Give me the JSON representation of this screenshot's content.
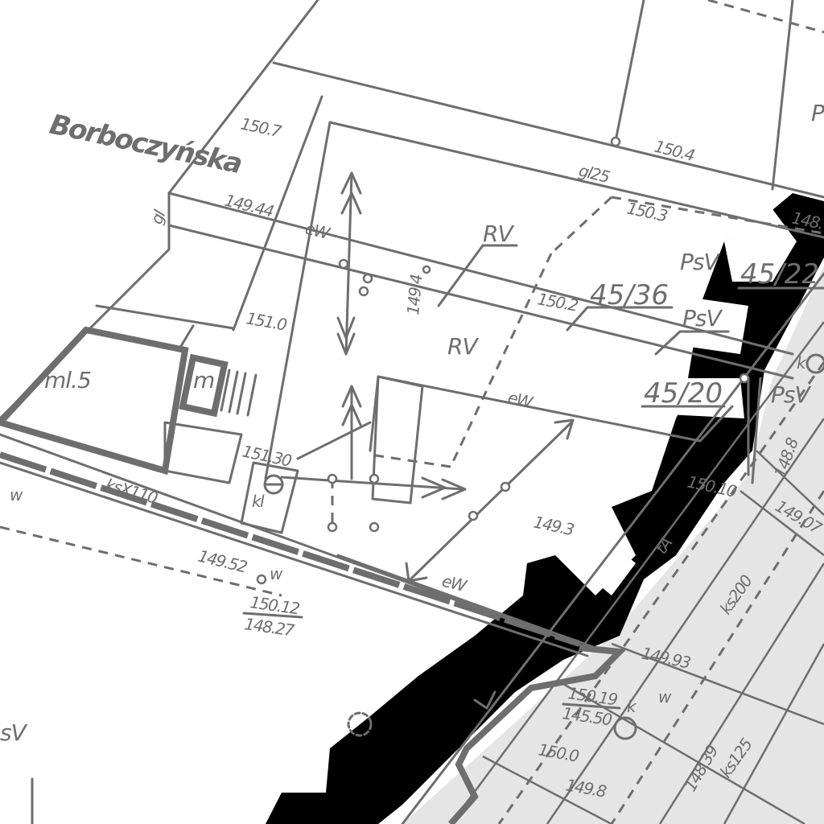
{
  "map": {
    "colors": {
      "line": "#6e6e6e",
      "fill_black": "#000000",
      "road_fill": "#e5e5e5",
      "background": "#ffffff"
    },
    "street_name": "Borboczyńska",
    "elevations": {
      "e1": "150.7",
      "e2": "149.44",
      "e3": "150.4",
      "e4": "150.3",
      "e5": "148.",
      "e6": "151.0",
      "e7": "150.2",
      "e8": "151.30",
      "e9": "150.10",
      "e10": "149.3",
      "e11": "149.52",
      "e12": "150.12",
      "e13": "148.27",
      "e14": "149.93",
      "e15": "150.19",
      "e16": "145.50",
      "e17": "150.0",
      "e18": "149.8",
      "e19": "148.39",
      "e20": "148.8",
      "e21": "149.07",
      "e22": "149.4"
    },
    "parcels": {
      "p1": "45/36",
      "p2": "45/22",
      "p3": "45/20"
    },
    "land_use": {
      "rv1": "RV",
      "rv2": "RV",
      "psv1": "PsV",
      "psv2": "PsV",
      "psv3": "PsV",
      "psv4": "sV",
      "p_edge": "P"
    },
    "utilities": {
      "gl25": "gl25",
      "ew1": "eW",
      "ew2": "eW",
      "ew3": "eW",
      "ksx110": "ksX110",
      "ks200": "ks200",
      "ks125": "ks125",
      "w1": "w",
      "w2": "w",
      "w3": "w",
      "tA": "tA",
      "gl": "gl",
      "k1": "k",
      "k2": "k",
      "kl": "kl"
    },
    "building": {
      "label": "ml.5",
      "stair_label": "m"
    }
  }
}
